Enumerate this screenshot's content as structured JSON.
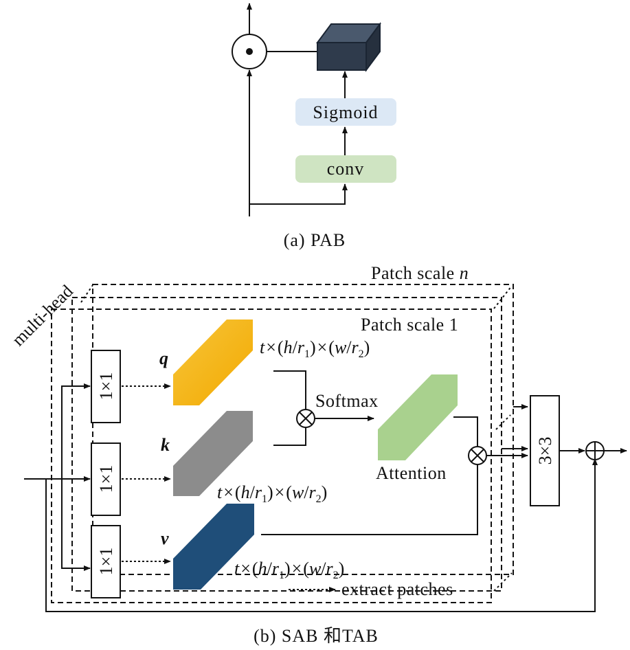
{
  "pab": {
    "sigmoid_label": "Sigmoid",
    "conv_label": "conv",
    "caption": "(a) PAB",
    "sigmoid_fill": "#dce8f5",
    "conv_fill": "#cfe4c2",
    "cube_color": "#2f3b4c"
  },
  "sab": {
    "multi_head_label": "multi-head",
    "patch_scale_n_prefix": "Patch scale ",
    "patch_scale_n_var": "n",
    "patch_scale_1_label": "Patch scale 1",
    "conv1x1_label": "1×1",
    "conv3x3_label": "3×3",
    "q_label": "q",
    "k_label": "k",
    "v_label": "v",
    "dim_t": "t",
    "dim_times": "×",
    "dim_open": "(",
    "dim_h": "h",
    "dim_w": "w",
    "dim_slash": "/",
    "dim_r": "r",
    "dim_sub1": "1",
    "dim_sub2": "2",
    "dim_close": ")",
    "softmax_label": "Softmax",
    "attention_label": "Attention",
    "extract_patches_label": "extract patches",
    "caption": "(b) SAB 和TAB",
    "q_color": "#f5b400",
    "k_color": "#8c8c8c",
    "v_color": "#1f4e79",
    "attention_color": "#a9d18e"
  }
}
